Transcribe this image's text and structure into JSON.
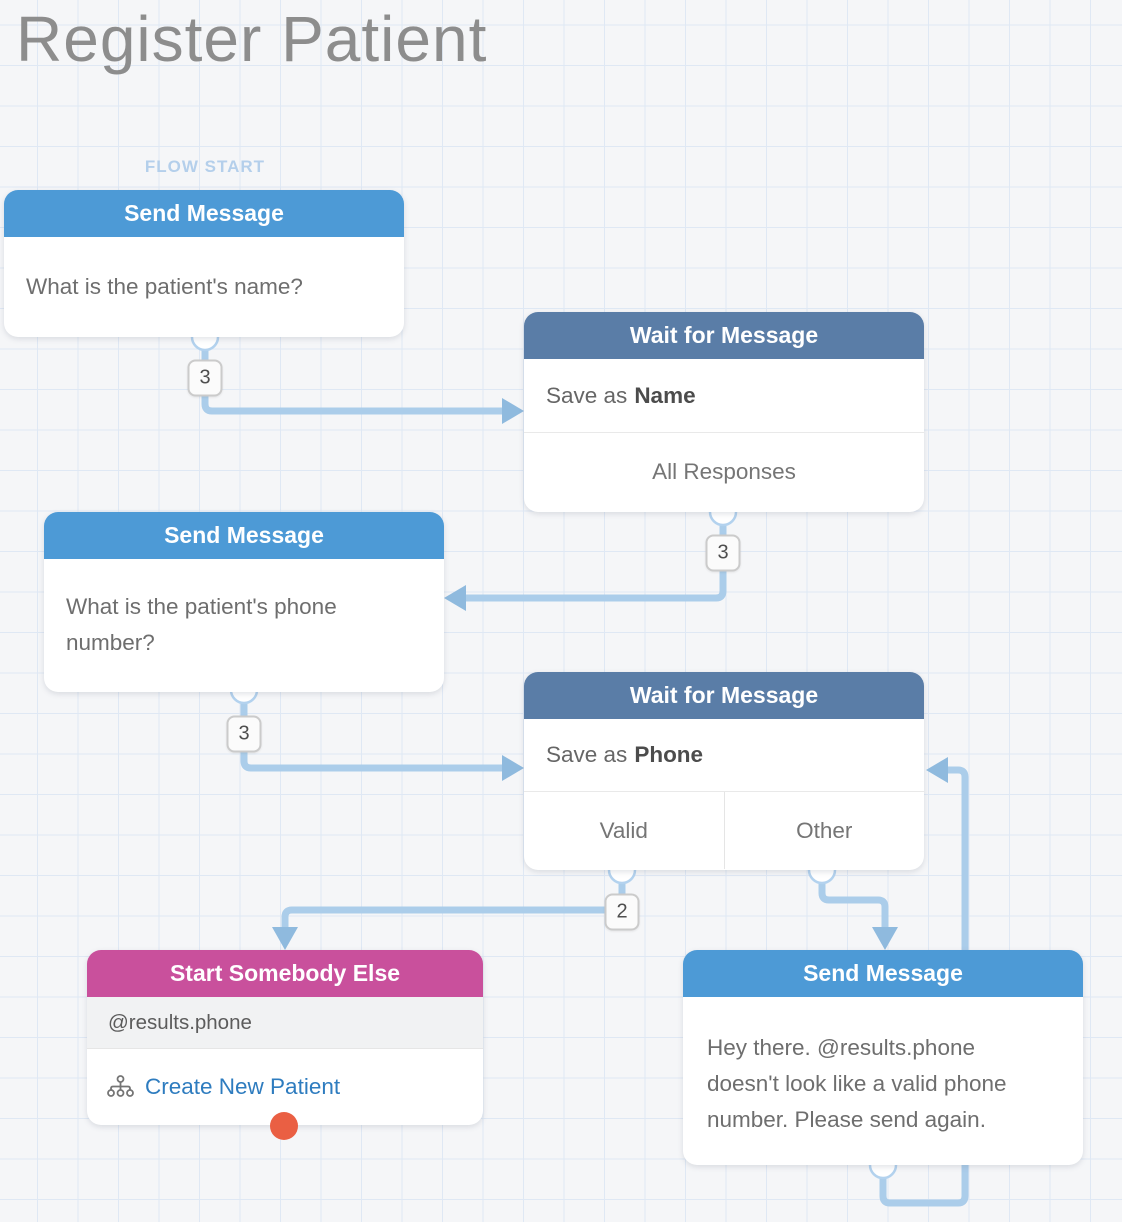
{
  "page": {
    "title": "Register Patient",
    "flow_start_label": "FLOW START"
  },
  "nodes": {
    "send_name": {
      "title": "Send Message",
      "body": "What is the patient's name?"
    },
    "wait_name": {
      "title": "Wait for Message",
      "save_prefix": "Save as",
      "result_name": "Name",
      "categories": {
        "all": "All Responses"
      }
    },
    "send_phone": {
      "title": "Send Message",
      "body": "What is the patient's phone number?"
    },
    "wait_phone": {
      "title": "Wait for Message",
      "save_prefix": "Save as",
      "result_name": "Phone",
      "categories": {
        "valid": "Valid",
        "other": "Other"
      }
    },
    "start_somebody": {
      "title": "Start Somebody Else",
      "recipient": "@results.phone",
      "action_label": "Create New Patient"
    },
    "send_invalid": {
      "title": "Send Message",
      "body": "Hey there. @results.phone doesn't look like a valid phone number. Please send again."
    }
  },
  "activity_badges": {
    "send_name_exit": "3",
    "wait_name_exit": "3",
    "send_phone_exit": "3",
    "wait_phone_valid_exit": "2"
  },
  "colors": {
    "send_header": "#4d9ad6",
    "wait_header": "#5a7da7",
    "start_header": "#c9509c",
    "connector_line": "#abcdea",
    "connector_arrow": "#8fbade",
    "link_blue": "#2e7cbf",
    "exit_dot_red": "#ea5f43",
    "flow_start_label": "#b4cfeb",
    "grid_line": "#dfe8f4",
    "canvas_bg": "#f5f6f8"
  }
}
